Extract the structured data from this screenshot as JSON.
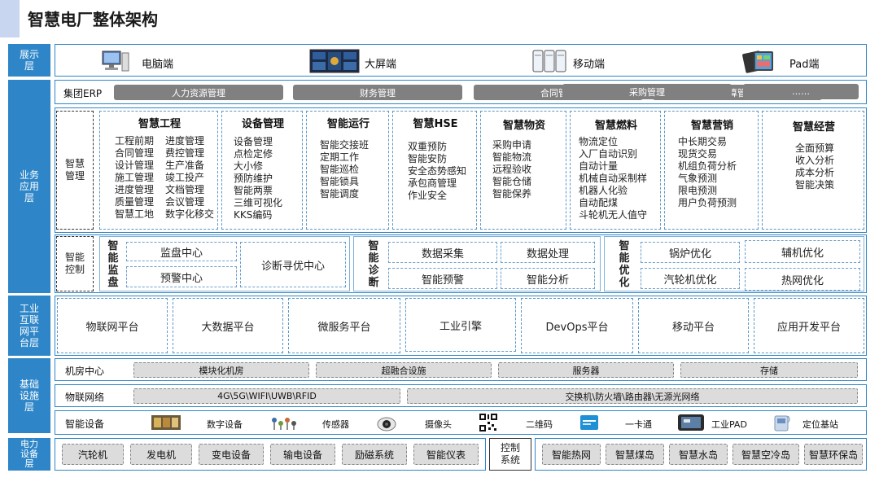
{
  "title": "智慧电厂整体架构",
  "layers": {
    "display": "展示层",
    "business": "业务应用层",
    "industrial": "工业互联网平台层",
    "infra": "基础设施层",
    "power": "电力设备层"
  },
  "display_items": [
    {
      "label": "电脑端",
      "icon": "computer-icon"
    },
    {
      "label": "大屏端",
      "icon": "big-screen-icon"
    },
    {
      "label": "移动端",
      "icon": "mobile-icon"
    },
    {
      "label": "Pad端",
      "icon": "tablet-icon"
    }
  ],
  "erp": {
    "label": "集团ERP",
    "items": [
      "人力资源管理",
      "财务管理",
      "合同管理",
      "预算管理",
      "采购管理",
      "……"
    ]
  },
  "smart_management": {
    "label": "智慧管理",
    "cards": [
      {
        "title": "智慧工程",
        "col1": [
          "工程前期",
          "合同管理",
          "设计管理",
          "施工管理",
          "进度管理",
          "质量管理",
          "智慧工地"
        ],
        "col2": [
          "进度管理",
          "费控管理",
          "生产准备",
          "竣工投产",
          "文档管理",
          "会议管理",
          "数字化移交"
        ]
      },
      {
        "title": "设备管理",
        "col1": [
          "设备管理",
          "点检定修",
          "大小修",
          "预防维护",
          "智能两票",
          "三维可视化",
          "KKS编码"
        ]
      },
      {
        "title": "智能运行",
        "col1": [
          "智能交接班",
          "定期工作",
          "智能巡检",
          "智能锁具",
          "智能调度"
        ]
      },
      {
        "title": "智慧HSE",
        "col1": [
          "双重预防",
          "智能安防",
          "安全态势感知",
          "承包商管理",
          "作业安全"
        ]
      },
      {
        "title": "智慧物资",
        "col1": [
          "采购申请",
          "智能物流",
          "远程验收",
          "智能仓储",
          "智能保养"
        ]
      },
      {
        "title": "智慧燃料",
        "col1": [
          "物流定位",
          "入厂自动识别",
          "自动计量",
          "机械自动采制样",
          "机器人化验",
          "自动配煤",
          "斗轮机无人值守"
        ]
      },
      {
        "title": "智慧营销",
        "col1": [
          "中长期交易",
          "现货交易",
          "机组负荷分析",
          "气象预测",
          "限电预测",
          "用户负荷预测"
        ]
      },
      {
        "title": "智慧经营",
        "col1": [
          "全面预算",
          "收入分析",
          "成本分析",
          "智能决策"
        ]
      }
    ]
  },
  "smart_control": {
    "label": "智能控制",
    "groups": [
      {
        "title": "智能监盘",
        "items": [
          "监盘中心",
          "预警中心",
          "诊断寻优中心"
        ]
      },
      {
        "title": "智能诊断",
        "items": [
          "数据采集",
          "数据处理",
          "智能预警",
          "智能分析"
        ]
      },
      {
        "title": "智能优化",
        "items": [
          "锅炉优化",
          "辅机优化",
          "汽轮机优化",
          "热网优化"
        ]
      }
    ]
  },
  "platforms": [
    "物联网平台",
    "大数据平台",
    "微服务平台",
    "工业引擎",
    "DevOps平台",
    "移动平台",
    "应用开发平台"
  ],
  "machine_room": {
    "label": "机房中心",
    "items": [
      "模块化机房",
      "超融合设施",
      "服务器",
      "存储"
    ]
  },
  "iot_network": {
    "label": "物联网络",
    "items": [
      "4G\\5G\\WIFI\\UWB\\RFID",
      "交换机\\防火墙\\路由器\\无源光网络"
    ]
  },
  "smart_devices": {
    "label": "智能设备",
    "items": [
      {
        "label": "数字设备",
        "icon": "digital-device-icon"
      },
      {
        "label": "传感器",
        "icon": "sensor-icon"
      },
      {
        "label": "摄像头",
        "icon": "camera-icon"
      },
      {
        "label": "二维码",
        "icon": "qr-code-icon"
      },
      {
        "label": "一卡通",
        "icon": "card-icon"
      },
      {
        "label": "工业PAD",
        "icon": "industrial-pad-icon"
      },
      {
        "label": "定位基站",
        "icon": "base-station-icon"
      }
    ]
  },
  "power_equipment": {
    "items": [
      "汽轮机",
      "发电机",
      "变电设备",
      "输电设备",
      "励磁系统",
      "智能仪表"
    ],
    "control_system": "控制系统",
    "islands": [
      "智能热网",
      "智慧煤岛",
      "智慧水岛",
      "智慧空冷岛",
      "智慧环保岛"
    ]
  },
  "colors": {
    "layer_blue": "#2e86c8",
    "pill_grey": "#808080"
  }
}
